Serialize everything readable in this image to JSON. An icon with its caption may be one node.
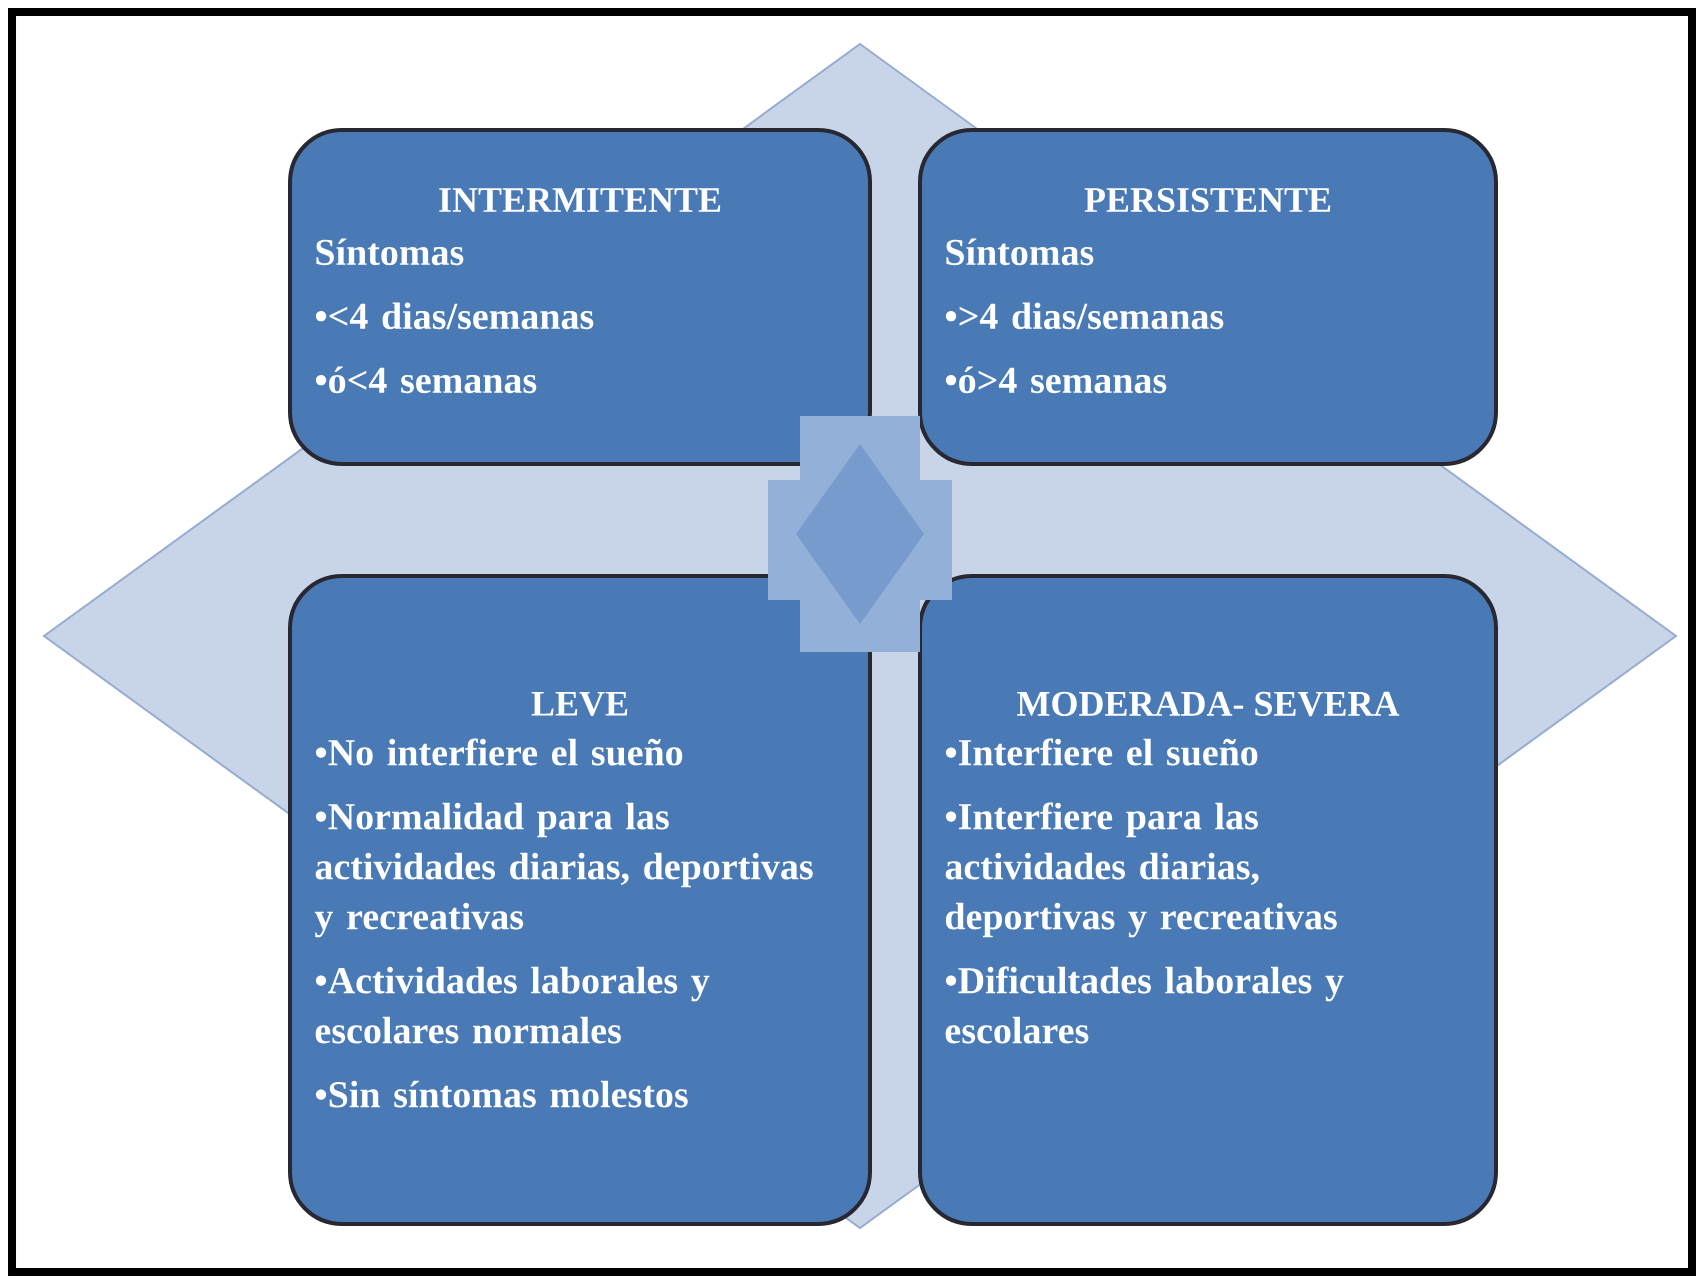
{
  "diagram": {
    "nodes": [
      {
        "text": [
          "INTERMITENTE",
          "Síntomas",
          "•<4 dias/semanas",
          "•ó<4 semanas"
        ]
      },
      {
        "text": [
          "PERSISTENTE",
          "Síntomas",
          "•>4 dias/semanas",
          "•ó>4 semanas"
        ]
      },
      {
        "text": [
          "LEVE",
          "•No interfiere el sueño",
          "•Normalidad para las actividades diarias, deportivas y recreativas",
          "•Actividades laborales y escolares normales",
          "•Sin síntomas molestos"
        ]
      },
      {
        "text": [
          "MODERADA- SEVERA",
          "•Interfiere el sueño",
          "•Interfiere para las actividades diarias, deportivas y recreativas",
          "•Dificultades laborales y escolares"
        ]
      }
    ]
  }
}
